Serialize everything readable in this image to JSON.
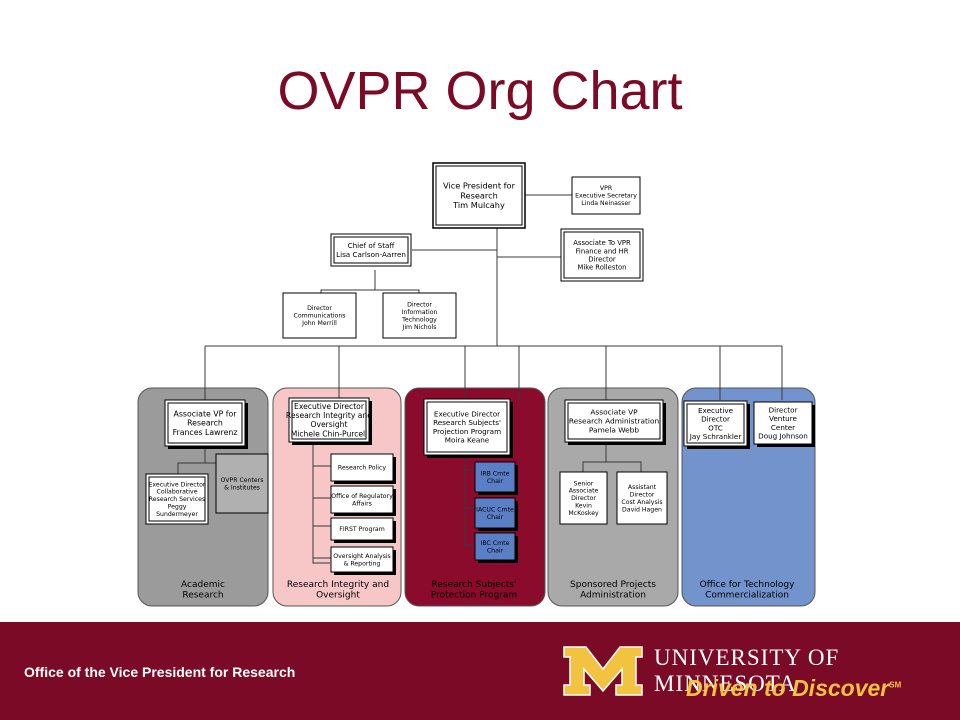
{
  "slide": {
    "title": "OVPR Org Chart",
    "footer_text": "Office of the Vice President for Research",
    "university_text": "UNIVERSITY OF MINNESOTA",
    "tagline": "Driven to Discover",
    "tagline_mark": "SM"
  },
  "colors": {
    "title": "#7a0a26",
    "footer_band": "#7a0a26",
    "tagline": "#f2c341",
    "academic_panel": "#9b9b9b",
    "integrity_panel": "#f7c7c7",
    "subjects_panel": "#8b0b2c",
    "sponsored_panel": "#a9a9a9",
    "technology_panel": "#7393cc",
    "irb_box": "#5b7fc6"
  },
  "top": {
    "vp": [
      "Vice President for",
      "Research",
      "Tim Mulcahy"
    ],
    "exec_sec": [
      "VPR",
      "Executive Secretary",
      "Linda Neinasser"
    ],
    "chief_staff": [
      "Chief of Staff",
      "Lisa Carlson-Aarren"
    ],
    "assoc_finance": [
      "Associate To VPR",
      "Finance and HR",
      "Director",
      "Mike Rolleston"
    ],
    "dir_comm": [
      "Director",
      "Communications",
      "John Merrill"
    ],
    "dir_it": [
      "Director",
      "Information",
      "Technology",
      "Jim Nichols"
    ]
  },
  "units": [
    {
      "label": [
        "Academic",
        "Research"
      ],
      "head": [
        "Associate VP for",
        "Research",
        "Frances Lawrenz"
      ],
      "subs": [
        [
          "Executive Director",
          "Collaborative",
          "Research Services",
          "Peggy",
          "Sundermeyer"
        ],
        [
          "OVPR Centers",
          "& Institutes"
        ]
      ]
    },
    {
      "label": [
        "Research Integrity and",
        "Oversight"
      ],
      "head": [
        "Executive Director",
        "Research Integrity and",
        "Oversight",
        "Michele Chin-Purcell"
      ],
      "subs": [
        [
          "Research Policy"
        ],
        [
          "Office of Regulatory",
          "Affairs"
        ],
        [
          "FIRST Program"
        ],
        [
          "Oversight Analysis",
          "& Reporting"
        ]
      ]
    },
    {
      "label": [
        "Research Subjects'",
        "Protection Program"
      ],
      "head": [
        "Executive Director",
        "Research Subjects'",
        "Projection Program",
        "Moira Keane"
      ],
      "subs": [
        [
          "IRB Cmte",
          "Chair"
        ],
        [
          "IACUC Cmte",
          "Chair"
        ],
        [
          "IBC Cmte",
          "Chair"
        ]
      ]
    },
    {
      "label": [
        "Sponsored Projects",
        "Administration"
      ],
      "head": [
        "Associate VP",
        "Research Administration",
        "Pamela Webb"
      ],
      "subs": [
        [
          "Senior",
          "Associate",
          "Director",
          "Kevin",
          "McKoskey"
        ],
        [
          "Assistant",
          "Director",
          "Cost Analysis",
          "David Hagen"
        ]
      ]
    },
    {
      "label": [
        "Office for Technology",
        "Commercialization"
      ],
      "head": [
        "Executive",
        "Director",
        "OTC",
        "Jay Schrankler"
      ],
      "subs": [
        [
          "Director",
          "Venture",
          "Center",
          "Doug Johnson"
        ]
      ]
    }
  ]
}
